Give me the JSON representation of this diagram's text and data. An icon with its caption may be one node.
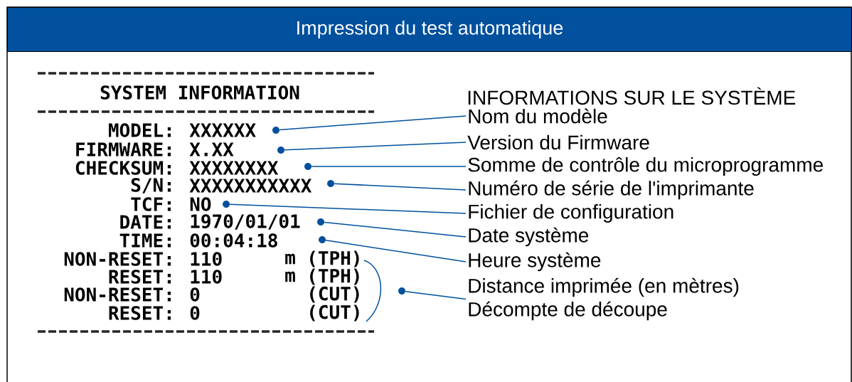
{
  "diagram": {
    "title": "Impression du test automatique",
    "nodes": [
      {
        "text": [
          "Nom du modèle"
        ]
      },
      {
        "text": [
          "Version du Firmware"
        ]
      },
      {
        "text": [
          "Somme de contrôle du microprogramme"
        ]
      },
      {
        "text": [
          "Numéro de série de l'imprimante"
        ]
      },
      {
        "text": [
          "Fichier de configuration"
        ]
      },
      {
        "text": [
          "Date système"
        ]
      },
      {
        "text": [
          "Heure système"
        ]
      },
      {
        "text": [
          "Distance imprimée (en mètres)"
        ]
      },
      {
        "text": [
          "Décompte de découpe"
        ]
      },
      {
        "text": [],
        "shape": "circle"
      },
      {
        "text": [],
        "shape": "circle"
      },
      {
        "text": [],
        "shape": "circle"
      },
      {
        "text": [],
        "shape": "circle"
      },
      {
        "text": [],
        "shape": "circle"
      },
      {
        "text": [],
        "shape": "circle"
      },
      {
        "text": [],
        "shape": "circle"
      },
      {
        "text": [],
        "shape": "circle"
      }
    ],
    "edges": [
      {
        "from": 0,
        "to": 9,
        "arrow": "none"
      },
      {
        "from": 1,
        "to": 10,
        "arrow": "none"
      },
      {
        "from": 2,
        "to": 11,
        "arrow": "none"
      },
      {
        "from": 3,
        "to": 12,
        "arrow": "none"
      },
      {
        "from": 4,
        "to": 13,
        "arrow": "none"
      },
      {
        "from": 5,
        "to": 14,
        "arrow": "none"
      },
      {
        "from": 6,
        "to": 15,
        "arrow": "none"
      },
      {
        "from": 7,
        "to": 16,
        "arrow": "none"
      },
      {
        "from": 8,
        "to": 16,
        "arrow": "none"
      }
    ],
    "labels": [
      "SYSTEM INFORMATION",
      "INFORMATIONS SUR LE SYSTÈME",
      "MODEL:",
      "XXXXXX",
      "FIRMWARE:",
      "X.XX",
      "CHECKSUM:",
      "XXXXXXXX",
      "S/N:",
      "XXXXXXXXXXX",
      "TCF:",
      "NO",
      "DATE:",
      "1970/01/01",
      "TIME:",
      "00:04:18",
      "NON-RESET:",
      "110",
      "m",
      "(TPH)",
      "RESET:",
      "110",
      "m",
      "(TPH)",
      "NON-RESET:",
      "0",
      "(CUT)",
      "RESET:",
      "0",
      "(CUT)"
    ]
  }
}
